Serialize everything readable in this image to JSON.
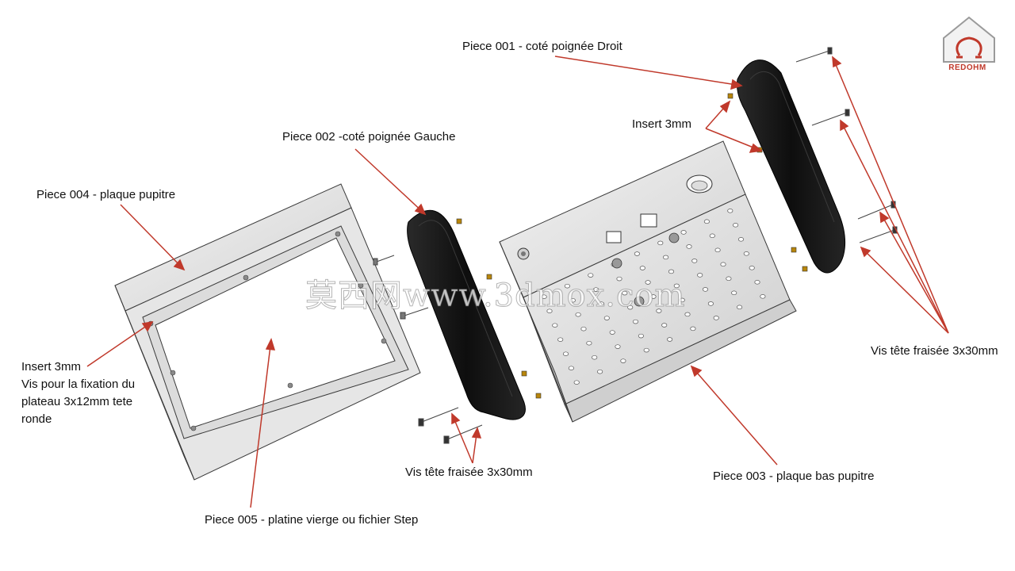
{
  "labels": {
    "piece_001": "Piece 001 - coté poignée Droit",
    "piece_002": "Piece 002 -coté poignée Gauche",
    "piece_003": "Piece 003 - plaque bas pupitre",
    "piece_004": "Piece 004 - plaque pupitre",
    "piece_005": "Piece 005 - platine vierge ou fichier Step",
    "insert_right": "Insert 3mm",
    "insert_left_lines": [
      "Insert 3mm",
      "Vis pour la fixation du",
      "plateau 3x12mm tete",
      "ronde"
    ],
    "screws_bottom": "Vis tête fraisée 3x30mm",
    "screws_right": "Vis tête fraisée 3x30mm"
  },
  "logo_text": "REDOHM",
  "watermark": "莫西网www.3dmox.com",
  "colors": {
    "leader": "#c0392b",
    "metal_light": "#ececec",
    "metal_mid": "#d6d6d6",
    "metal_dark": "#9a9a9a",
    "handle": "#141414",
    "outline": "#3a3a3a"
  }
}
